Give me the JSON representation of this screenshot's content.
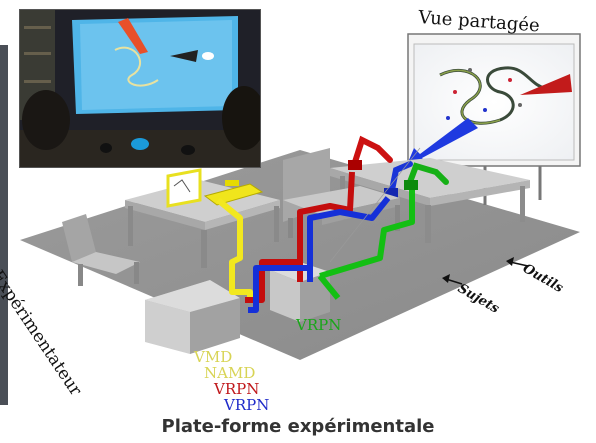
{
  "figure": {
    "caption": "Plate-forme expérimentale",
    "labels": {
      "shared_view": "Vue partagée",
      "experimenter": "Expérimentateur",
      "subjects": "Sujets",
      "tools": "Outils"
    },
    "software_stack": [
      {
        "text": "VMD",
        "color": "#d8d455"
      },
      {
        "text": "NAMD",
        "color": "#d8d455"
      },
      {
        "text": "VRPN",
        "color": "#c0181b"
      },
      {
        "text": "VRPN",
        "color": "#1f2bc9"
      }
    ],
    "subject_software": {
      "text": "VRPN",
      "color": "#19a619"
    },
    "cable_colors": {
      "yellow": "#f2e81f",
      "red": "#c40d0d",
      "blue": "#1530d8",
      "green": "#13bf13"
    }
  }
}
